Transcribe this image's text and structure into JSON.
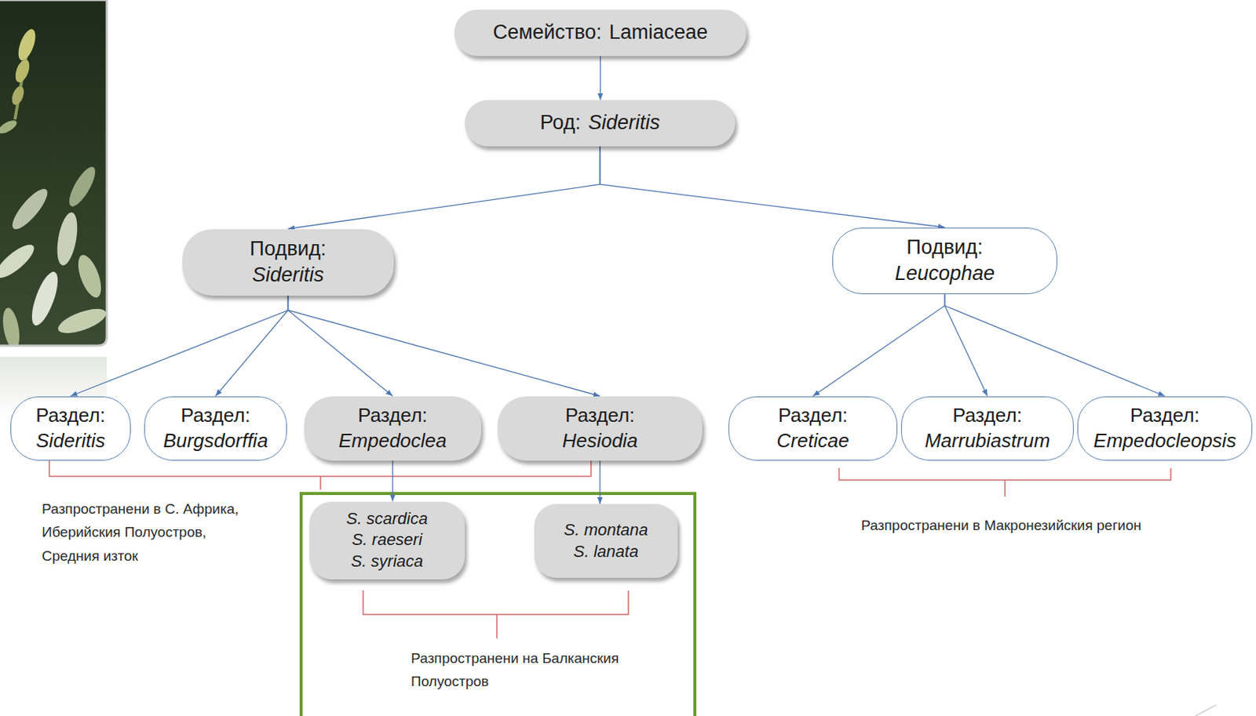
{
  "diagram": {
    "nodes": [
      {
        "text": [
          "Семейство:",
          "Lamiaceae"
        ]
      },
      {
        "text": [
          "Род:",
          "Sideritis"
        ]
      },
      {
        "text": [
          "Подвид:",
          "Sideritis"
        ]
      },
      {
        "text": [
          "Подвид:",
          "Leucophae"
        ]
      },
      {
        "text": [
          "Раздел:",
          "Sideritis"
        ]
      },
      {
        "text": [
          "Раздел:",
          "Burgsdorffia"
        ]
      },
      {
        "text": [
          "Раздел:",
          "Empedoclea"
        ]
      },
      {
        "text": [
          "Раздел:",
          "Hesiodia"
        ]
      },
      {
        "text": [
          "Раздел:",
          "Creticae"
        ]
      },
      {
        "text": [
          "Раздел:",
          "Marrubiastrum"
        ]
      },
      {
        "text": [
          "Раздел:",
          "Empedocleopsis"
        ]
      },
      {
        "text": [
          "S. scardica",
          "S. raeseri",
          "S. syriaca"
        ]
      },
      {
        "text": [
          "S. montana",
          "S. lanata"
        ]
      }
    ],
    "edges": [
      {
        "from": 0,
        "to": 1,
        "arrow": "to"
      },
      {
        "from": 1,
        "to": 2,
        "arrow": "to"
      },
      {
        "from": 1,
        "to": 3,
        "arrow": "to"
      },
      {
        "from": 2,
        "to": 4,
        "arrow": "to"
      },
      {
        "from": 2,
        "to": 5,
        "arrow": "to"
      },
      {
        "from": 2,
        "to": 6,
        "arrow": "to"
      },
      {
        "from": 2,
        "to": 7,
        "arrow": "to"
      },
      {
        "from": 3,
        "to": 8,
        "arrow": "to"
      },
      {
        "from": 3,
        "to": 9,
        "arrow": "to"
      },
      {
        "from": 3,
        "to": 10,
        "arrow": "to"
      },
      {
        "from": 6,
        "to": 11,
        "arrow": "to"
      },
      {
        "from": 7,
        "to": 12,
        "arrow": "to"
      }
    ],
    "labels": [
      "Разпространени в С. Африка, Иберийския Полуостров, Средния изток",
      "Разпространени в Макронезийския регион",
      "Разпространени на Балканския Полуостров"
    ]
  }
}
